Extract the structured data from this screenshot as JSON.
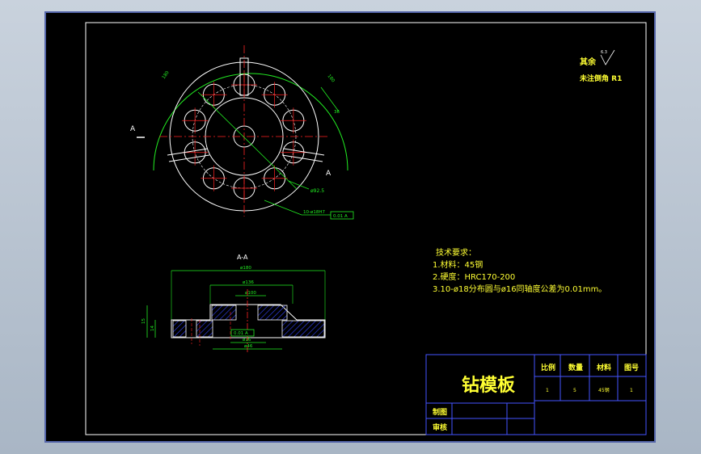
{
  "title_block": {
    "part_name": "钻模板",
    "col_scale": "比例",
    "col_qty": "数量",
    "col_material": "材料",
    "col_drawing_no": "图号",
    "scale_value": "1",
    "qty_value": "5",
    "material_value": "45钢",
    "drawing_no_value": "1",
    "drawn_by": "制图",
    "checked_by": "审核"
  },
  "tech_requirements": {
    "heading": "技术要求：",
    "item1": "1.材料：45钢",
    "item2": "2.硬度：HRC170-200",
    "item3": "3.10-ø18分布圆与ø16同轴度公差为0.01mm。"
  },
  "surface_note": {
    "line1": "其余",
    "line2": "未注倒角 R1",
    "roughness": "6.3"
  },
  "section": {
    "label": "A-A",
    "cut_mark_left": "A",
    "cut_mark_right": "A",
    "dim_outer": "ø180",
    "dim_mid": "ø136",
    "dim_inner": "ø100",
    "dim_bore": "ø16",
    "dim_base": "ø46",
    "dim_height1": "15",
    "dim_height2": "14",
    "tolerance": "0.01 A"
  },
  "plan_view": {
    "hole_callout": "10-ø18H7",
    "bolt_circle": "ø92.5",
    "tolerance": "0.01 A",
    "arc_dim_left": "180",
    "arc_dim_right": "180",
    "dim_small": "36"
  },
  "colors": {
    "border": "#ffffff",
    "geometry": "#ffffff",
    "dimension": "#22ee22",
    "centerline": "#ff2222",
    "hatch": "#3344ff",
    "title_frame": "#4455ff",
    "text": "#ffffff",
    "note": "#ffff33"
  }
}
